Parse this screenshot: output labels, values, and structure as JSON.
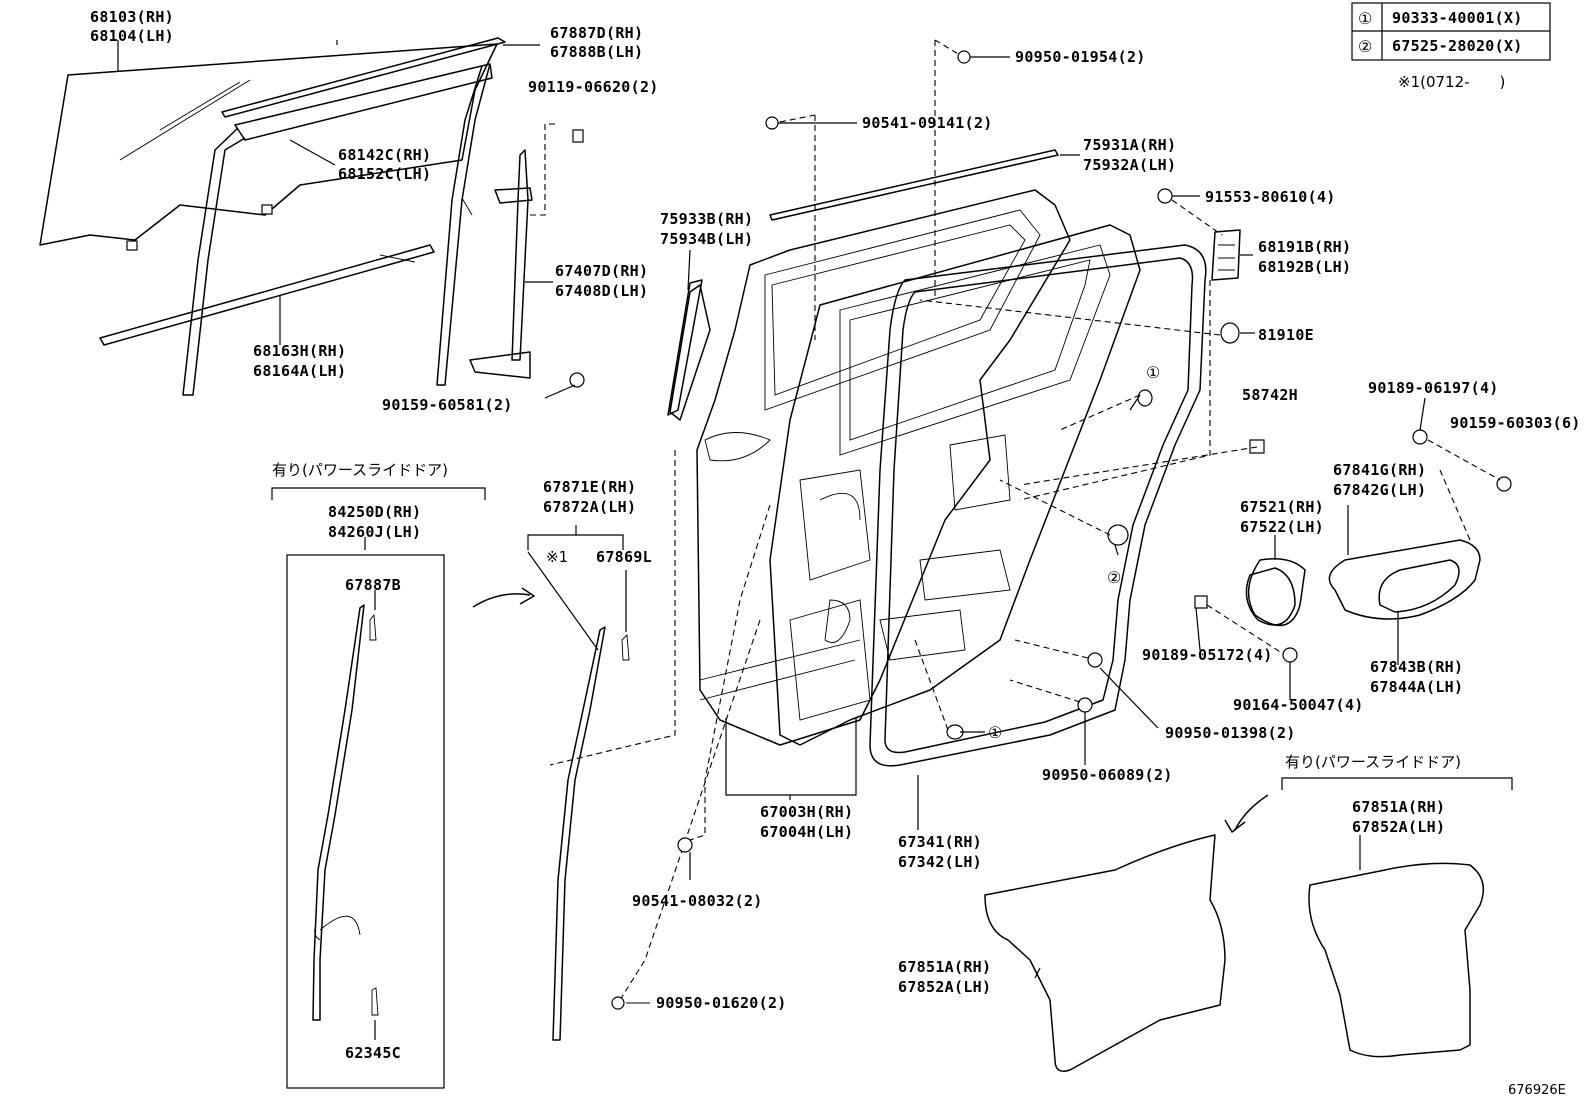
{
  "legend": {
    "rows": [
      {
        "marker": "①",
        "part": "90333-40001(X)"
      },
      {
        "marker": "②",
        "part": "67525-28020(X)"
      }
    ],
    "footnote": "※1(0712-　　)"
  },
  "section_headers": {
    "power_slide_left": "有り(パワースライドドア)",
    "power_slide_right": "有り(パワースライドドア)"
  },
  "callouts": {
    "c68103": [
      "68103(RH)",
      "68104(LH)"
    ],
    "c67887d": [
      "67887D(RH)",
      "67888B(LH)"
    ],
    "c90119": [
      "90119-06620(2)"
    ],
    "c68142c": [
      "68142C(RH)",
      "68152C(LH)"
    ],
    "c67407d": [
      "67407D(RH)",
      "67408D(LH)"
    ],
    "c68163h": [
      "68163H(RH)",
      "68164A(LH)"
    ],
    "c90159_60581": [
      "90159-60581(2)"
    ],
    "c90950_01954": [
      "90950-01954(2)"
    ],
    "c90541_09141": [
      "90541-09141(2)"
    ],
    "c75931a": [
      "75931A(RH)",
      "75932A(LH)"
    ],
    "c75933b": [
      "75933B(RH)",
      "75934B(LH)"
    ],
    "c91553": [
      "91553-80610(4)"
    ],
    "c68191b": [
      "68191B(RH)",
      "68192B(LH)"
    ],
    "c81910e": [
      "81910E"
    ],
    "c58742h": [
      "58742H"
    ],
    "c90189_06197": [
      "90189-06197(4)"
    ],
    "c90159_60303": [
      "90159-60303(6)"
    ],
    "c67841g": [
      "67841G(RH)",
      "67842G(LH)"
    ],
    "c67521": [
      "67521(RH)",
      "67522(LH)"
    ],
    "c90189_05172": [
      "90189-05172(4)"
    ],
    "c90164": [
      "90164-50047(4)"
    ],
    "c67843b": [
      "67843B(RH)",
      "67844A(LH)"
    ],
    "c90950_01398": [
      "90950-01398(2)"
    ],
    "c90950_06089": [
      "90950-06089(2)"
    ],
    "c67003h": [
      "67003H(RH)",
      "67004H(LH)"
    ],
    "c67341": [
      "67341(RH)",
      "67342(LH)"
    ],
    "c90541_08032": [
      "90541-08032(2)"
    ],
    "c90950_01620": [
      "90950-01620(2)"
    ],
    "c67851a_left": [
      "67851A(RH)",
      "67852A(LH)"
    ],
    "c67851a_right": [
      "67851A(RH)",
      "67852A(LH)"
    ],
    "c84250d": [
      "84250D(RH)",
      "84260J(LH)"
    ],
    "c67887b": [
      "67887B"
    ],
    "c62345c": [
      "62345C"
    ],
    "c67871e": [
      "67871E(RH)",
      "67872A(LH)"
    ],
    "c67869l": [
      "67869L"
    ]
  },
  "markers": {
    "m1_upper": "①",
    "m2": "②",
    "m1_lower": "①",
    "note1": "※1"
  },
  "figure_id": "676926E"
}
